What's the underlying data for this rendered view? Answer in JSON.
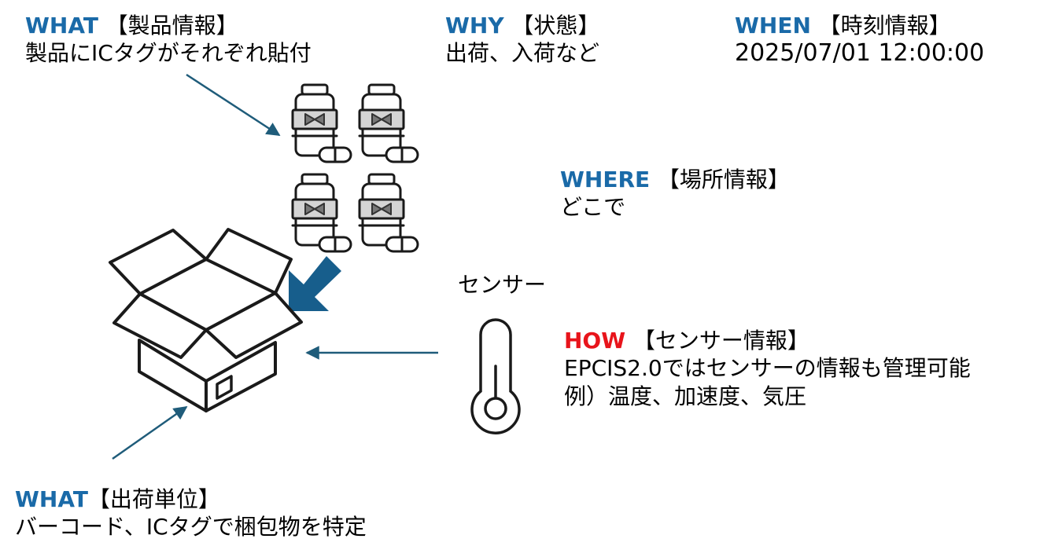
{
  "colors": {
    "accent": "#1a6aa8",
    "highlight": "#e8141b",
    "arrow_dark": "#175e8c",
    "arrow_thin": "#1f5c7a",
    "ink": "#1a1a1a"
  },
  "what_product": {
    "keyword": "WHAT",
    "bracket": "【製品情報】",
    "line1": "製品にICタグがそれぞれ貼付"
  },
  "why": {
    "keyword": "WHY",
    "bracket": "【状態】",
    "line1": "出荷、入荷など"
  },
  "when": {
    "keyword": "WHEN",
    "bracket": "【時刻情報】",
    "line1": "2025/07/01 12:00:00"
  },
  "where": {
    "keyword": "WHERE",
    "bracket": "【場所情報】",
    "line1": "どこで"
  },
  "sensor_label": "センサー",
  "how": {
    "keyword": "HOW",
    "bracket": "【センサー情報】",
    "line1": "EPCIS2.0ではセンサーの情報も管理可能",
    "line2": "例）温度、加速度、気圧"
  },
  "what_unit": {
    "keyword": "WHAT",
    "bracket": "【出荷単位】",
    "line1": "バーコード、ICタグで梱包物を特定"
  }
}
